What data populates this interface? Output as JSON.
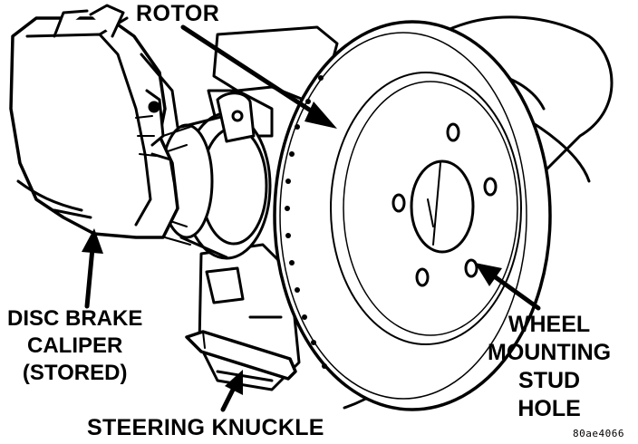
{
  "labels": {
    "rotor": "ROTOR",
    "caliper": [
      "DISC BRAKE",
      "CALIPER",
      "(STORED)"
    ],
    "wheel_stud_hole": [
      "WHEEL",
      "MOUNTING",
      "STUD",
      "HOLE"
    ],
    "steering_knuckle": "STEERING KNUCKLE",
    "figure_code": "80ae4066"
  },
  "colors": {
    "ink": "#000000",
    "paper": "#ffffff"
  }
}
